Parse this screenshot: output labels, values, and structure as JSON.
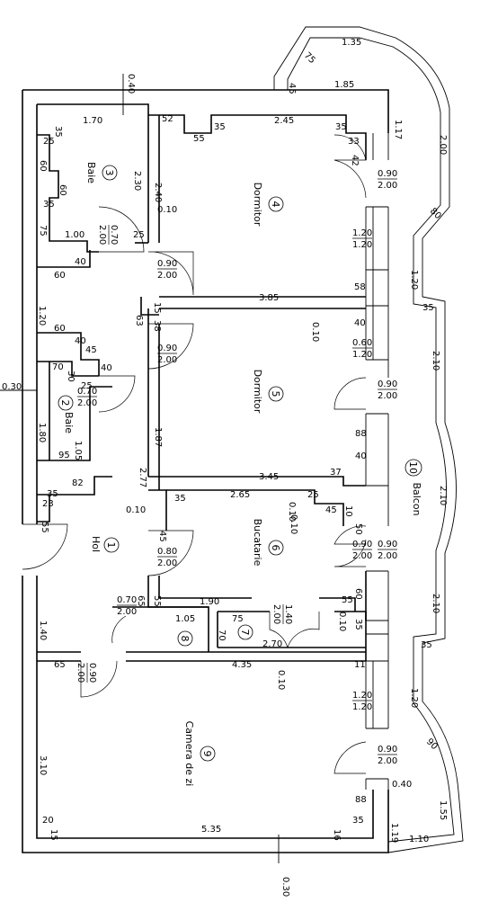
{
  "rooms": [
    {
      "num": "1",
      "name": "Hol"
    },
    {
      "num": "2",
      "name": "Baie"
    },
    {
      "num": "3",
      "name": "Baie"
    },
    {
      "num": "4",
      "name": "Dormitor"
    },
    {
      "num": "5",
      "name": "Dormitor"
    },
    {
      "num": "6",
      "name": "Bucatarie"
    },
    {
      "num": "7",
      "name": ""
    },
    {
      "num": "8",
      "name": ""
    },
    {
      "num": "9",
      "name": "Camera de zi"
    },
    {
      "num": "10",
      "name": "Balcon"
    }
  ],
  "fractions": [
    {
      "top": "0.70",
      "bottom": "2.00"
    },
    {
      "top": "0.90",
      "bottom": "2.00"
    },
    {
      "top": "0.90",
      "bottom": "2.00"
    },
    {
      "top": "0.70",
      "bottom": "2.00"
    },
    {
      "top": "0.90",
      "bottom": "2.00"
    },
    {
      "top": "0.80",
      "bottom": "2.00"
    },
    {
      "top": "0.70",
      "bottom": "2.00"
    },
    {
      "top": "0.90",
      "bottom": "2.00"
    },
    {
      "top": "0.90",
      "bottom": "2.00"
    },
    {
      "top": "1.20",
      "bottom": "1.20"
    },
    {
      "top": "0.60",
      "bottom": "1.20"
    },
    {
      "top": "0.90",
      "bottom": "2.00"
    },
    {
      "top": "0.90",
      "bottom": "2.00"
    },
    {
      "top": "1.40",
      "bottom": "2.00"
    },
    {
      "top": "1.20",
      "bottom": "1.20"
    },
    {
      "top": "0.90",
      "bottom": "2.00"
    }
  ],
  "dims": [
    "1.35",
    "75",
    "45",
    "1.85",
    "0.40",
    "1.17",
    "2.00",
    "80",
    "1.20",
    "35",
    "2.10",
    "2.10",
    "2.10",
    "35",
    "1.20",
    "90",
    "1.55",
    "1.10",
    "0.40",
    "1.19",
    "0.30",
    "0.30",
    "1.70",
    "35",
    "25",
    "60",
    "60",
    "35",
    "75",
    "1.00",
    "2.30",
    "2.40",
    "0.10",
    "25",
    "52",
    "55",
    "35",
    "2.45",
    "35",
    "33",
    "42",
    "40",
    "60",
    "1.20",
    "60",
    "40",
    "45",
    "70",
    "30",
    "25",
    "40",
    "15",
    "63",
    "38",
    "3.85",
    "0.10",
    "58",
    "40",
    "1.80",
    "95",
    "1.05",
    "82",
    "35",
    "23",
    "55",
    "2.77",
    "1.87",
    "0.10",
    "3.45",
    "0.10",
    "37",
    "40",
    "88",
    "35",
    "45",
    "2.65",
    "0.10",
    "25",
    "45",
    "10",
    "50",
    "65",
    "55",
    "1.90",
    "1.05",
    "75",
    "70",
    "55",
    "0.10",
    "35",
    "60",
    "2.70",
    "1.40",
    "65",
    "4.35",
    "0.10",
    "11",
    "3.10",
    "20",
    "15",
    "5.35",
    "35",
    "16",
    "88"
  ]
}
